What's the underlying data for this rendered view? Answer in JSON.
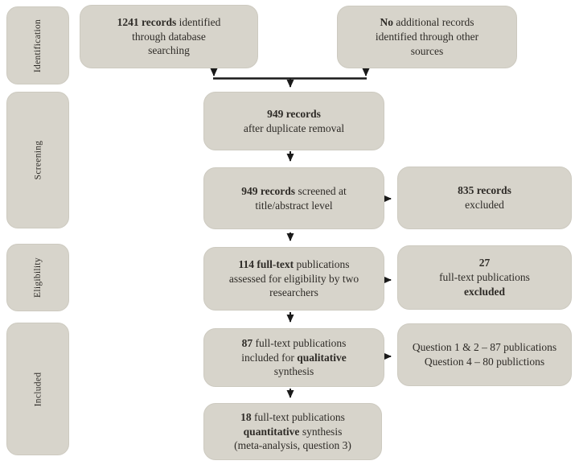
{
  "colors": {
    "background": "#ffffff",
    "box_fill": "#d7d4cb",
    "box_border": "#cdcac0",
    "text": "#2e2b27",
    "arrow": "#1a1a1a"
  },
  "sidebar": {
    "items": [
      {
        "label": "Identification"
      },
      {
        "label": "Screening"
      },
      {
        "label": "Eligibility"
      },
      {
        "label": "Included"
      }
    ]
  },
  "flow": {
    "boxes": {
      "identified_db": {
        "lines": [
          [
            {
              "t": "1241 records",
              "b": true
            },
            {
              "t": " identified",
              "b": false
            }
          ],
          [
            {
              "t": "through database",
              "b": false
            }
          ],
          [
            {
              "t": "searching",
              "b": false
            }
          ]
        ]
      },
      "identified_other": {
        "lines": [
          [
            {
              "t": "No",
              "b": true
            },
            {
              "t": " additional records",
              "b": false
            }
          ],
          [
            {
              "t": "identified through other",
              "b": false
            }
          ],
          [
            {
              "t": "sources",
              "b": false
            }
          ]
        ]
      },
      "after_duplicates": {
        "lines": [
          [
            {
              "t": "949 records",
              "b": true
            }
          ],
          [
            {
              "t": "after duplicate removal",
              "b": false
            }
          ]
        ]
      },
      "screened": {
        "lines": [
          [
            {
              "t": "949 records",
              "b": true
            },
            {
              "t": " screened at",
              "b": false
            }
          ],
          [
            {
              "t": "title/abstract level",
              "b": false
            }
          ]
        ]
      },
      "excluded_records": {
        "lines": [
          [
            {
              "t": "835 records",
              "b": true
            }
          ],
          [
            {
              "t": "excluded",
              "b": false
            }
          ]
        ]
      },
      "fulltext_assessed": {
        "lines": [
          [
            {
              "t": "114 full-text",
              "b": true
            },
            {
              "t": " publications",
              "b": false
            }
          ],
          [
            {
              "t": "assessed for eligibility by two",
              "b": false
            }
          ],
          [
            {
              "t": "researchers",
              "b": false
            }
          ]
        ]
      },
      "fulltext_excluded": {
        "lines": [
          [
            {
              "t": "27",
              "b": true
            }
          ],
          [
            {
              "t": "full-text publications",
              "b": false
            }
          ],
          [
            {
              "t": "excluded",
              "b": true
            }
          ]
        ]
      },
      "qualitative": {
        "lines": [
          [
            {
              "t": "87",
              "b": true
            },
            {
              "t": " full-text publications",
              "b": false
            }
          ],
          [
            {
              "t": "included for ",
              "b": false
            },
            {
              "t": "qualitative",
              "b": true
            }
          ],
          [
            {
              "t": "synthesis",
              "b": false
            }
          ]
        ]
      },
      "questions": {
        "lines": [
          [
            {
              "t": "Question 1 & 2 – 87 publications",
              "b": false
            }
          ],
          [
            {
              "t": "Question 4 – 80 publictions",
              "b": false
            }
          ]
        ]
      },
      "quantitative": {
        "lines": [
          [
            {
              "t": "18",
              "b": true
            },
            {
              "t": " full-text publications",
              "b": false
            }
          ],
          [
            {
              "t": "quantitative",
              "b": true
            },
            {
              "t": " synthesis",
              "b": false
            }
          ],
          [
            {
              "t": "(meta-analysis, question 3)",
              "b": false
            }
          ]
        ]
      }
    }
  }
}
